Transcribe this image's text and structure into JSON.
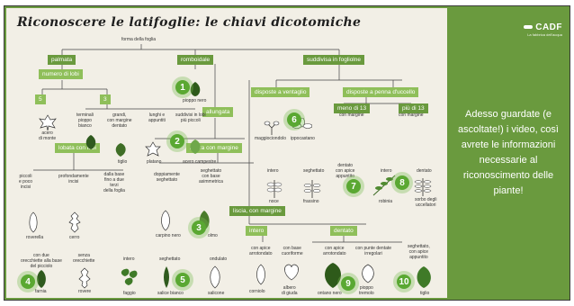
{
  "title": "Riconoscere le latifoglie: le chiavi dicotomiche",
  "root_label": "forma della foglia",
  "nodes": {
    "palmata": "palmata",
    "numero_lobi": "numero di lobi",
    "lobi_5": "5",
    "lobi_3": "3",
    "romboidale": "romboidale",
    "allungata": "allungata",
    "suddivisa": "suddivisa in fogliolne",
    "disposte_ventaglio": "disposte a ventaglio",
    "disposte_penna": "disposte a penna d'uccello",
    "meno_13": "meno di 13",
    "piu_13": "più di 13",
    "lobata": "lobata con lobi",
    "intera_margine": "intera con margine",
    "liscia_margine": "liscia, con margine",
    "intero": "intero",
    "dentato": "dentato"
  },
  "labels": {
    "acero_monte": "acero\ndi monte",
    "terminali": "terminali\npioppo\nbianco",
    "grandi": "grandi,\ncon margine\ndentato",
    "tiglio": "tiglio",
    "lunghi": "lunghi e\nappuntiti",
    "platano": "platano",
    "suddivisi": "suddivisi in lobi\npiù piccoli",
    "acero_campestre": "acero campestre",
    "pioppo_nero": "pioppo nero",
    "ippocastano": "ippocastano",
    "maggiociondolo": "maggiociondolo",
    "con_margine_1": "con margine",
    "con_margine_2": "con margine",
    "intero_r": "intero",
    "seghettato_r": "seghettato",
    "dentato_r": "dentato\ncon apice\nappuntito",
    "dentato_2": "dentato",
    "intero_2": "intero",
    "robinia": "robinia",
    "sorbo": "sorbo degli\nuccellatori",
    "frassino": "frassino",
    "noce": "noce",
    "piccoli": "piccoli\ne poco\nincisi",
    "profondamente": "profondamente\nincisi",
    "dalla_base": "dalla base\nfino a due\nterzi\ndella foglia",
    "roverella": "roverella",
    "cerro": "cerro",
    "due_orecchiette": "con due\norecchiette alla base\ndel picciolo",
    "senza_orecchiette": "senza\norecchiette",
    "farnia": "farnia",
    "rovere": "rovere",
    "doppiamente": "doppiamente\nseghettato",
    "seghettato_base": "seghettato\ncon base\nasimmetrica",
    "carpino": "carpino nero",
    "olmo": "olmo",
    "ondulato": "ondulato",
    "seghettato_b": "seghettato",
    "faggio": "faggio",
    "salice_bianco": "salice bianco",
    "intero_b": "intero",
    "salicone": "salicone",
    "apice_arrotondato": "con apice\narrotondato",
    "base_cuoriforme": "con base\ncuoriforme",
    "ontano_nero": "ontano nero",
    "apice_arrotondato_2": "con apice\narrotondato",
    "punte_irregolari": "con punte dentate\nirregolari",
    "pioppo_tremolo": "pioppo\ntremolo",
    "seghettato_apice": "seghettato,\ncon apice\nappuntito",
    "tiglio_b": "tiglio",
    "corniolo": "corniolo",
    "albero_giuda": "albero\ndi giuda"
  },
  "numbers": [
    "1",
    "2",
    "3",
    "4",
    "5",
    "6",
    "7",
    "8",
    "9",
    "10"
  ],
  "logo": {
    "brand": "CADF",
    "sub": "La fabbrica dell'acqua"
  },
  "message": "Adesso guardate (e ascoltate!) i video, così avrete le informazioni necessarie al riconoscimento delle piante!"
}
